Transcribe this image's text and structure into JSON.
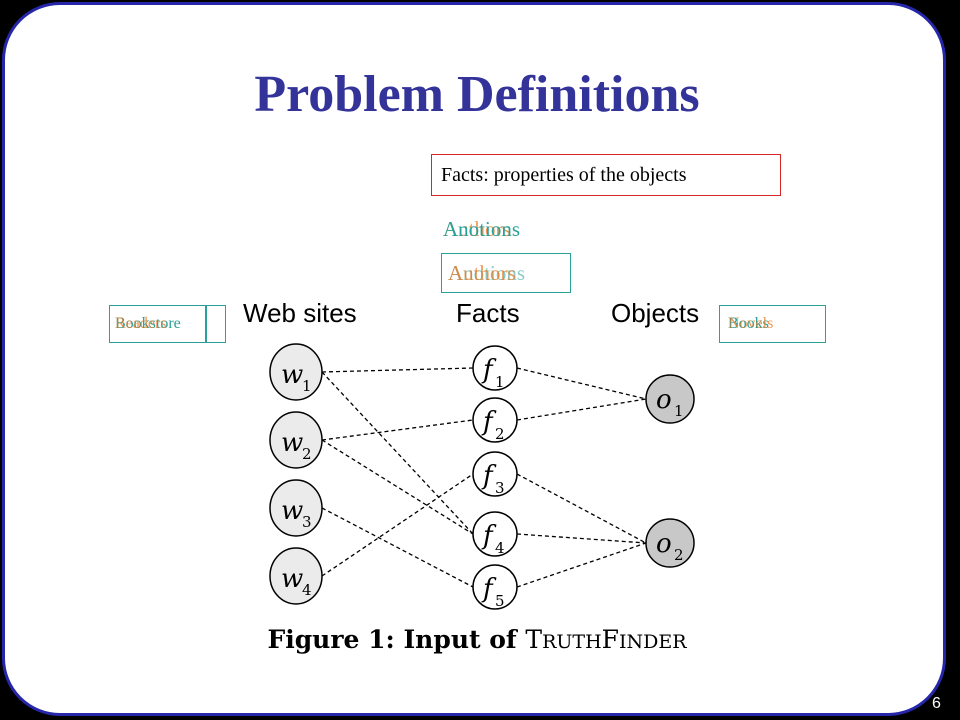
{
  "slide": {
    "title": "Problem Definitions",
    "page_number": "6"
  },
  "callouts": {
    "facts_box_text": "Facts: properties of the objects",
    "authors_orange": "Authors",
    "authors_teal": "Anotions",
    "authors_box_orange": "Authors",
    "authors_box_teal": "Anotions",
    "bookstore_teal": "Bookstore",
    "bookstore_orange": "Readers",
    "books_teal": "Books",
    "books_orange": "Novels"
  },
  "diagram": {
    "headers": {
      "websites": "Web sites",
      "facts": "Facts",
      "objects": "Objects"
    },
    "websites": [
      {
        "symbol": "w",
        "sub": "1"
      },
      {
        "symbol": "w",
        "sub": "2"
      },
      {
        "symbol": "w",
        "sub": "3"
      },
      {
        "symbol": "w",
        "sub": "4"
      }
    ],
    "facts": [
      {
        "symbol": "f",
        "sub": "1"
      },
      {
        "symbol": "f",
        "sub": "2"
      },
      {
        "symbol": "f",
        "sub": "3"
      },
      {
        "symbol": "f",
        "sub": "4"
      },
      {
        "symbol": "f",
        "sub": "5"
      }
    ],
    "objects": [
      {
        "symbol": "o",
        "sub": "1"
      },
      {
        "symbol": "o",
        "sub": "2"
      }
    ],
    "edges": [
      {
        "from": "w1",
        "to": "f1"
      },
      {
        "from": "w1",
        "to": "f4"
      },
      {
        "from": "w2",
        "to": "f2"
      },
      {
        "from": "w2",
        "to": "f4"
      },
      {
        "from": "w3",
        "to": "f5"
      },
      {
        "from": "w4",
        "to": "f3"
      },
      {
        "from": "f1",
        "to": "o1"
      },
      {
        "from": "f2",
        "to": "o1"
      },
      {
        "from": "f3",
        "to": "o2"
      },
      {
        "from": "f4",
        "to": "o2"
      },
      {
        "from": "f5",
        "to": "o2"
      }
    ],
    "colors": {
      "website_fill": "#ebebeb",
      "fact_fill": "#ffffff",
      "object_fill": "#c8c8c8",
      "stroke": "#000000"
    }
  },
  "caption": {
    "prefix": "Figure 1:  Input of ",
    "tf_T": "T",
    "tf_ruth": "RUTH",
    "tf_F": "F",
    "tf_inder": "INDER"
  },
  "colors": {
    "border": "#2626a8",
    "title": "#333399",
    "red_box": "#d62728",
    "teal": "#2aa198",
    "orange": "#e8761e"
  }
}
